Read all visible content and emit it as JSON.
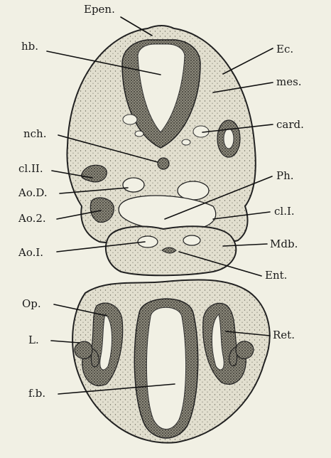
{
  "figure": {
    "labels": {
      "epen": "Epen.",
      "hb": "hb.",
      "ec": "Ec.",
      "mes": "mes.",
      "nch": "nch.",
      "card": "card.",
      "cl2": "cl.II.",
      "ph": "Ph.",
      "aod": "Ao.D.",
      "ao2": "Ao.2.",
      "cl1": "cl.I.",
      "ao1": "Ao.I.",
      "mdb": "Mdb.",
      "ent": "Ent.",
      "op": "Op.",
      "ret": "Ret.",
      "l": "L.",
      "fb": "f.b."
    }
  }
}
